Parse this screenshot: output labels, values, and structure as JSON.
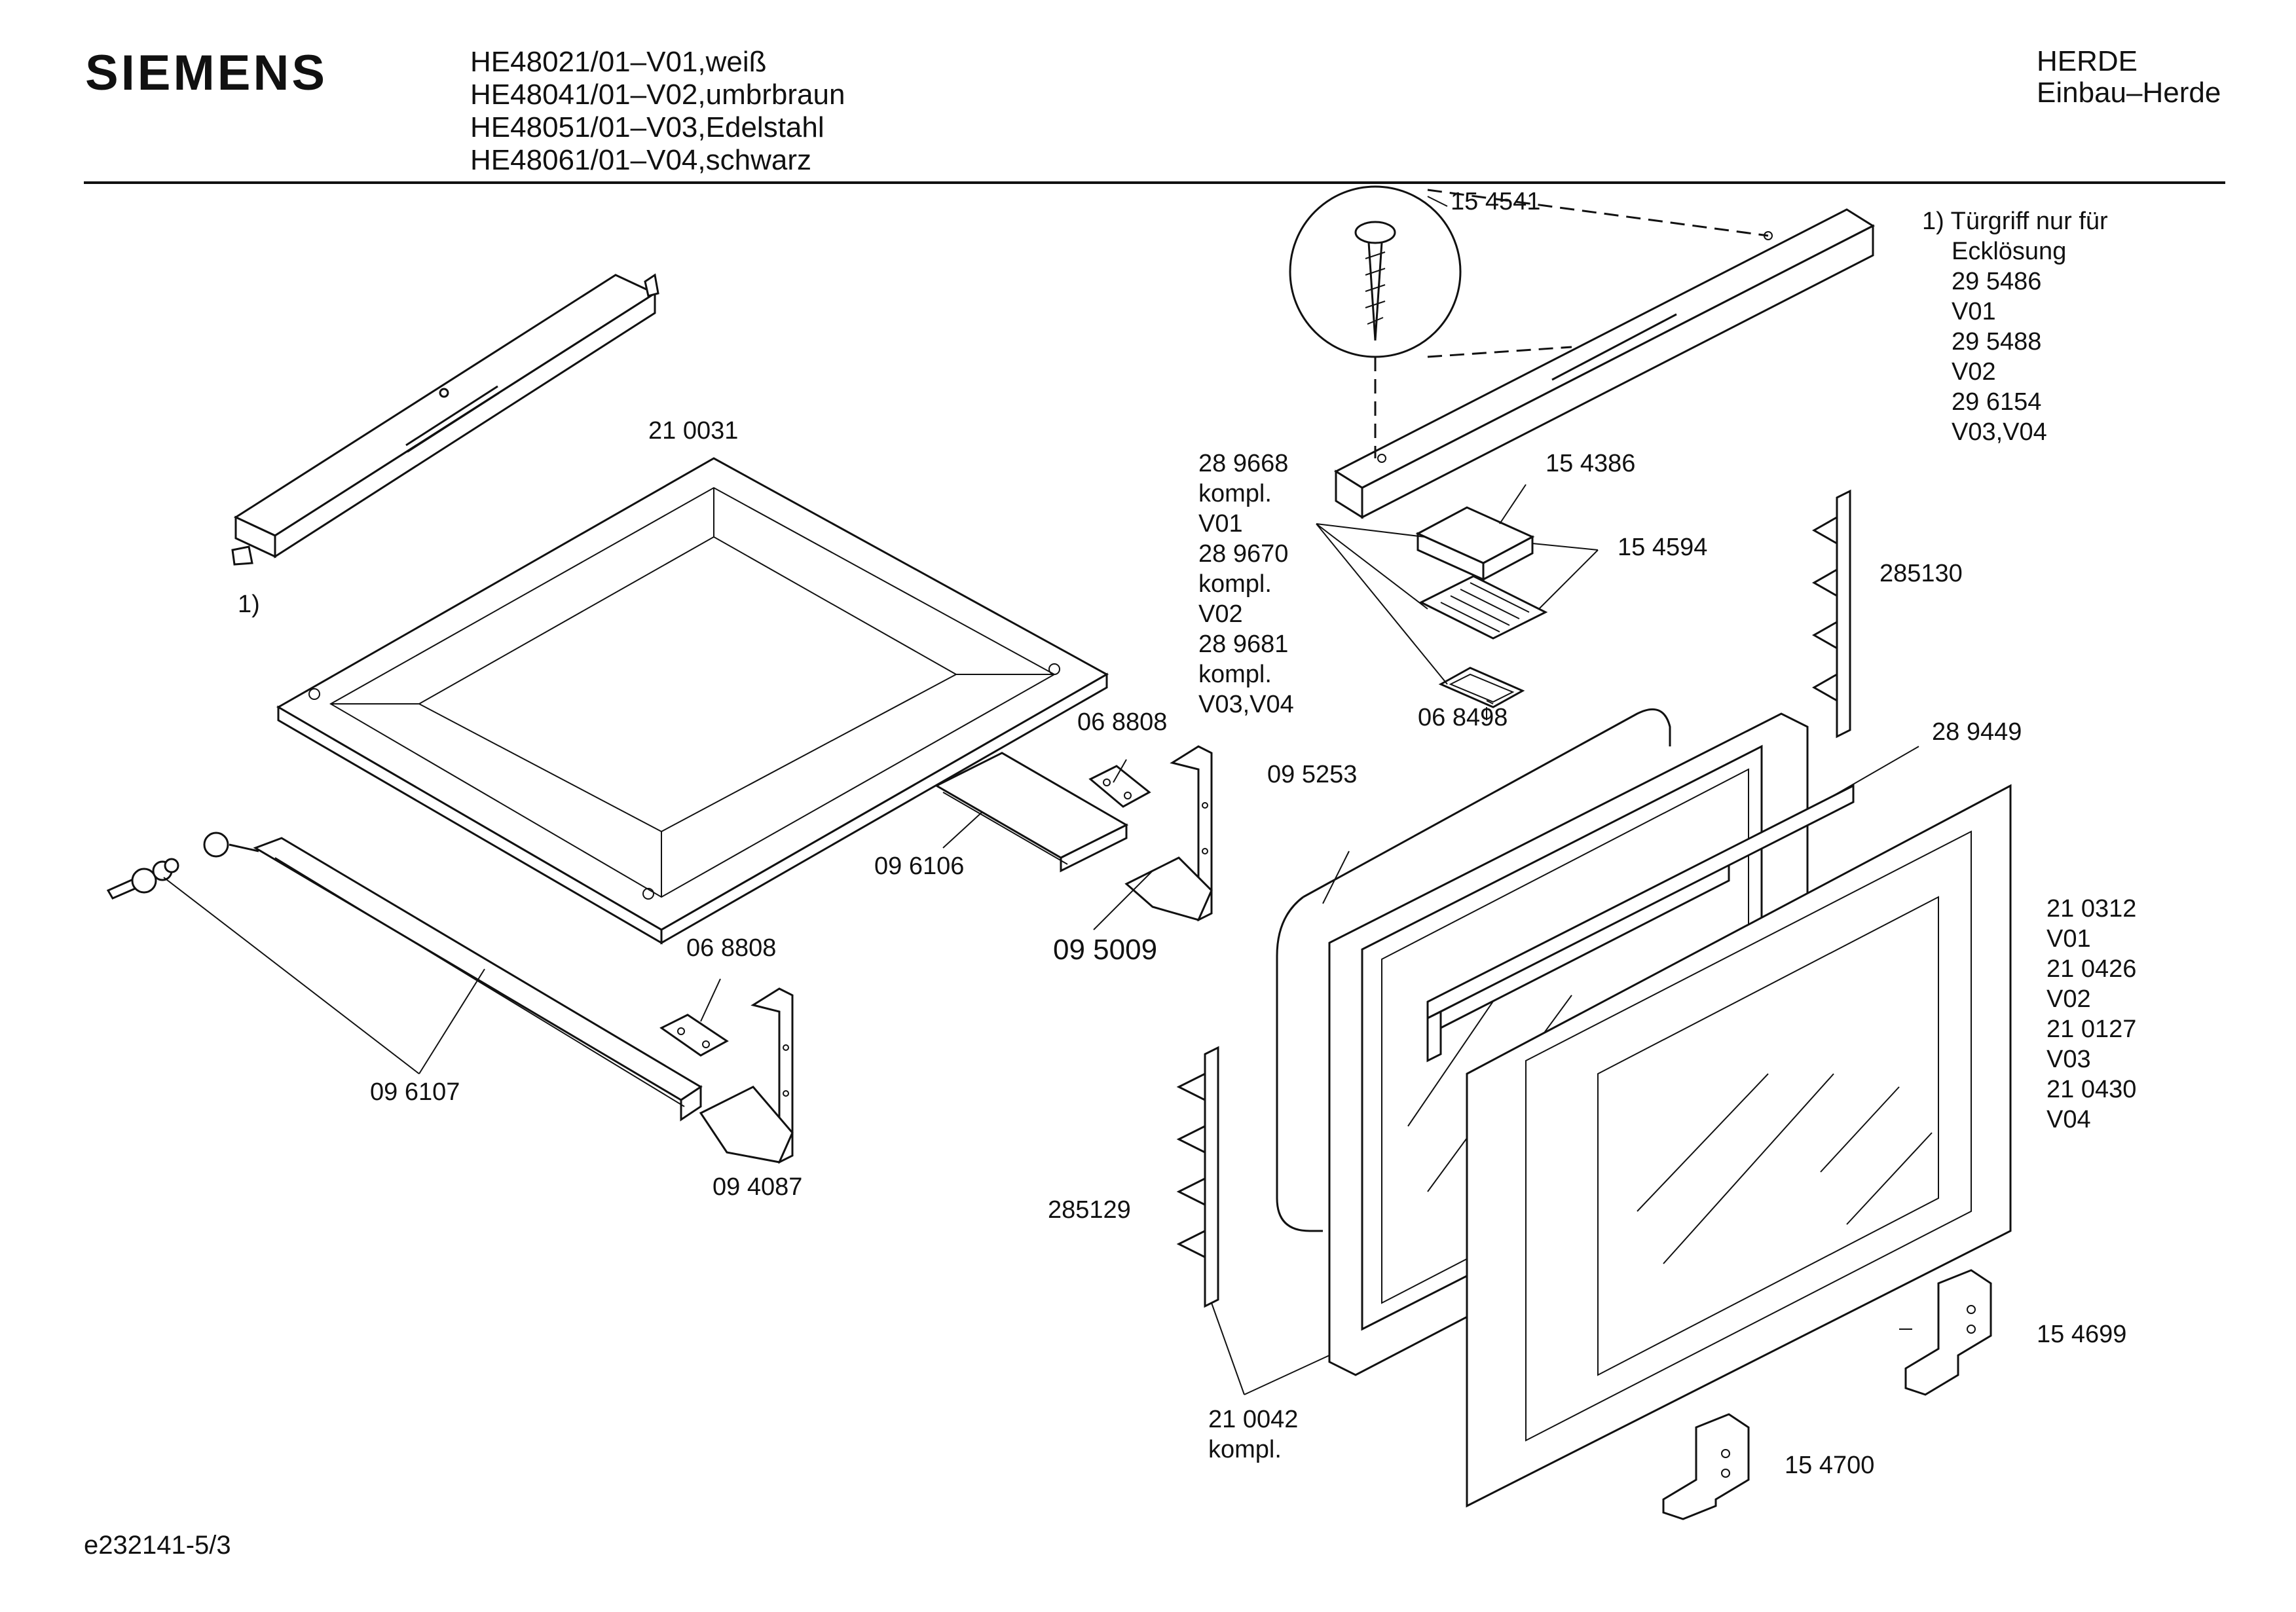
{
  "header": {
    "brand": "SIEMENS",
    "models": [
      "HE48021/01–V01,weiß",
      "HE48041/01–V02,umbrbraun",
      "HE48051/01–V03,Edelstahl",
      "HE48061/01–V04,schwarz"
    ],
    "category_line1": "HERDE",
    "category_line2": "Einbau–Herde"
  },
  "footnote": {
    "lines": [
      "1) Türgriff nur für",
      "Ecklösung",
      "29 5486",
      "V01",
      "29 5488",
      "V02",
      "29 6154",
      "V03,V04"
    ]
  },
  "labels": {
    "p154541": "15 4541",
    "p210031": "21 0031",
    "note1": "1)",
    "kompl_block": [
      "28 9668",
      "kompl.",
      "V01",
      "28 9670",
      "kompl.",
      "V02",
      "28 9681",
      "kompl.",
      "V03,V04"
    ],
    "p154386": "15 4386",
    "p154594": "15 4594",
    "p285130": "285130",
    "p068498": "06 8498",
    "p068808a": "06 8808",
    "p096106": "09 6106",
    "p095253": "09 5253",
    "p289449": "28 9449",
    "p095009": "09 5009",
    "p068808b": "06 8808",
    "p096107": "09 6107",
    "p094087": "09 4087",
    "glass_block": [
      "21 0312",
      "V01",
      "21 0426",
      "V02",
      "21 0127",
      "V03",
      "21 0430",
      "V04"
    ],
    "p285129": "285129",
    "p210042": [
      "21 0042",
      "kompl."
    ],
    "p154699": "15 4699",
    "p154700": "15 4700"
  },
  "footer": {
    "drawing_code": "e232141-5/3"
  }
}
